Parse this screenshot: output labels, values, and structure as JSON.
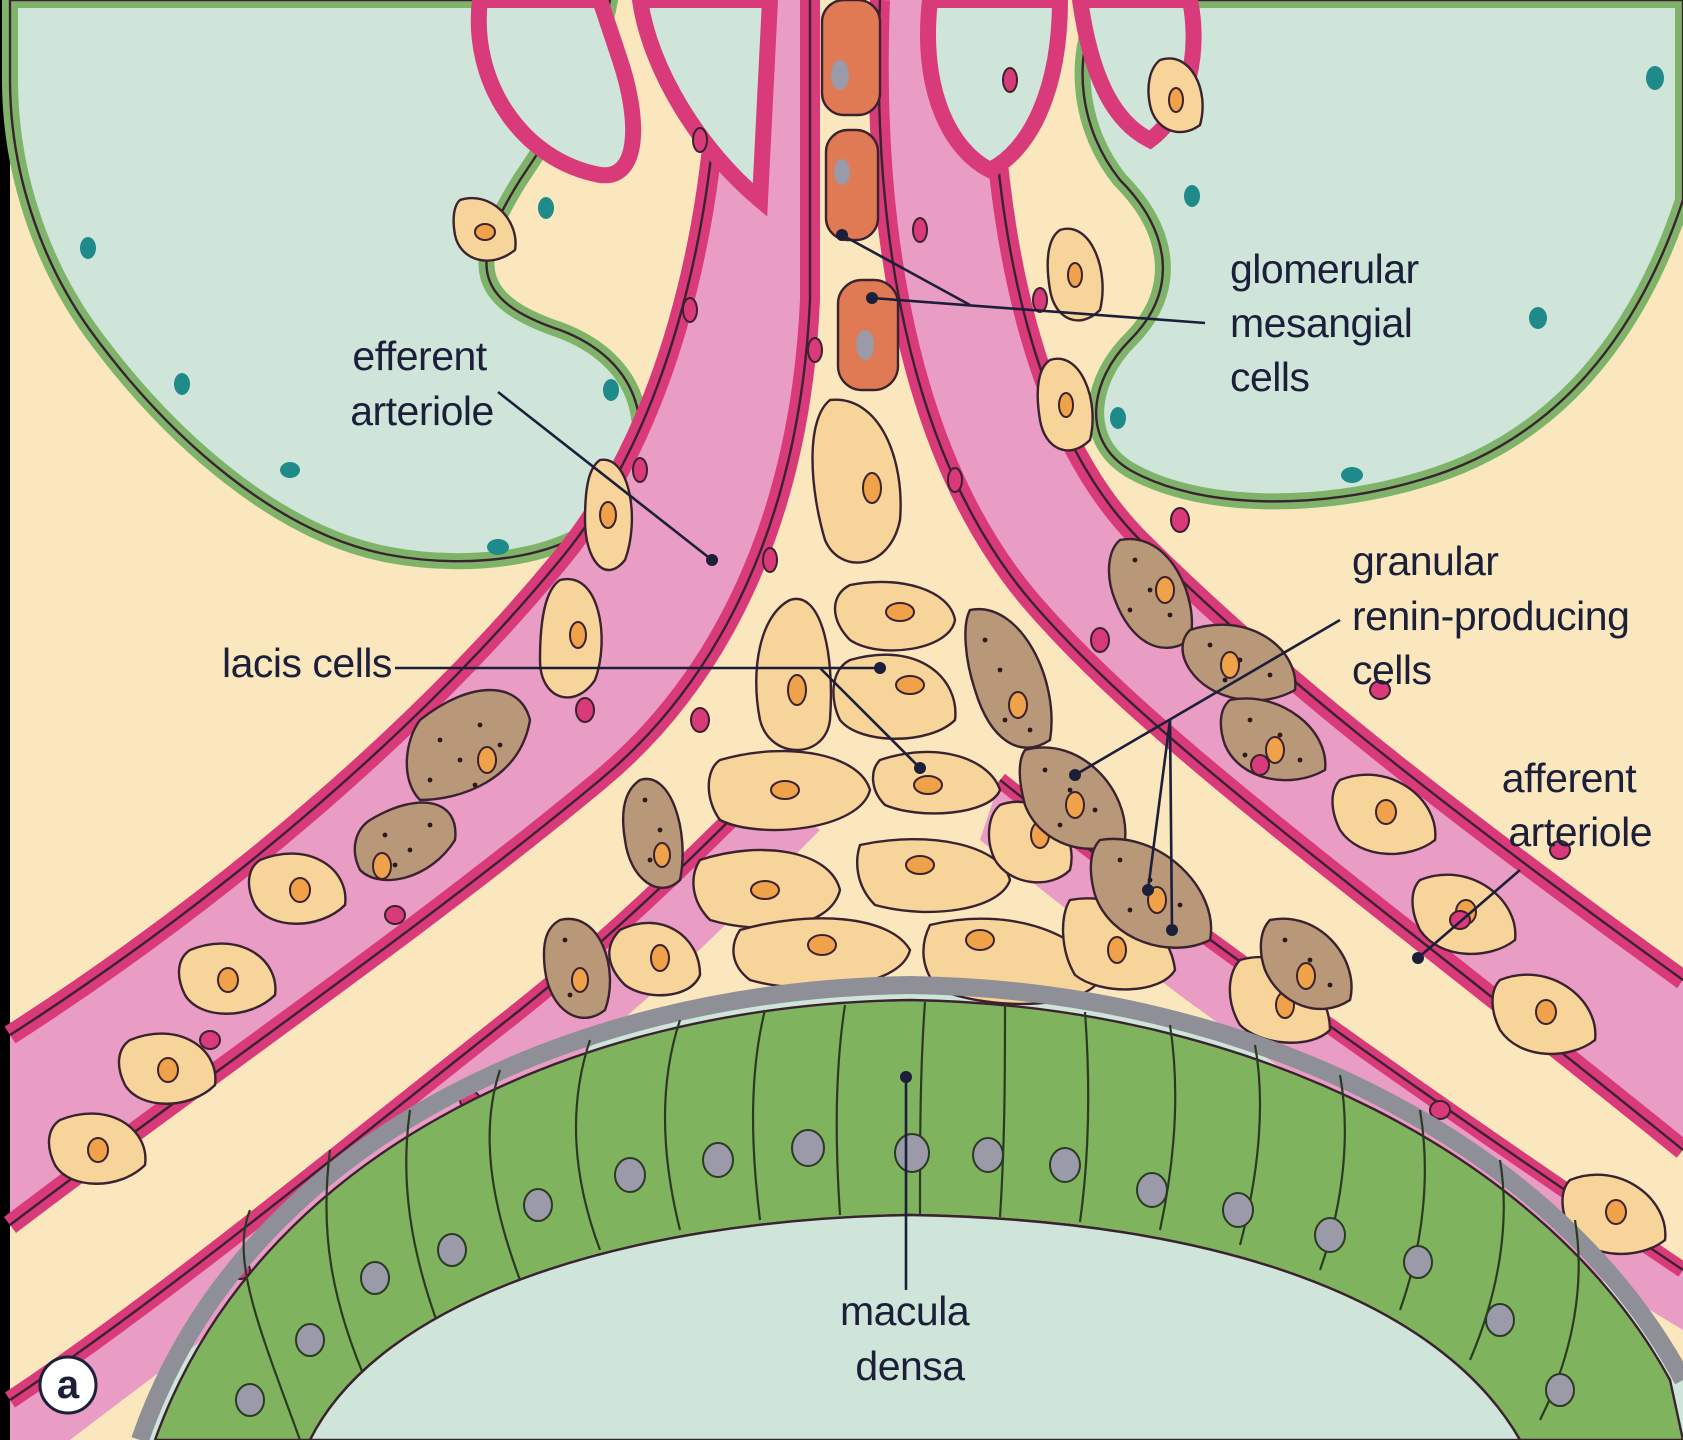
{
  "labels": {
    "efferent_arteriole": [
      "efferent",
      "arteriole"
    ],
    "glomerular_mesangial_cells": [
      "glomerular",
      "mesangial",
      "cells"
    ],
    "granular_renin_producing_cells": [
      "granular",
      "renin-producing",
      "cells"
    ],
    "lacis_cells": [
      "lacis cells"
    ],
    "afferent_arteriole": [
      "afferent",
      "arteriole"
    ],
    "macula_densa": [
      "macula",
      "densa"
    ]
  },
  "panel_letter": "a",
  "colors": {
    "background_cream": "#fbe7bd",
    "capsule_space": "#cfe5d9",
    "capsule_epithelium": "#7fb36a",
    "vessel_lumen": "#ea9dc4",
    "endothelium": "#d93a7a",
    "mesangial_cell": "#e07a55",
    "lacis_cell": "#f6d49a",
    "granular_cell": "#b89878",
    "macula_densa_cells": "#7fb35e",
    "tubule_lumen": "#cfe5d9",
    "basement_membrane": "#8f8f98",
    "nucleus_orange": "#f0a24a",
    "nucleus_grey": "#9a9aa8",
    "nucleus_teal": "#1f8a8a"
  }
}
